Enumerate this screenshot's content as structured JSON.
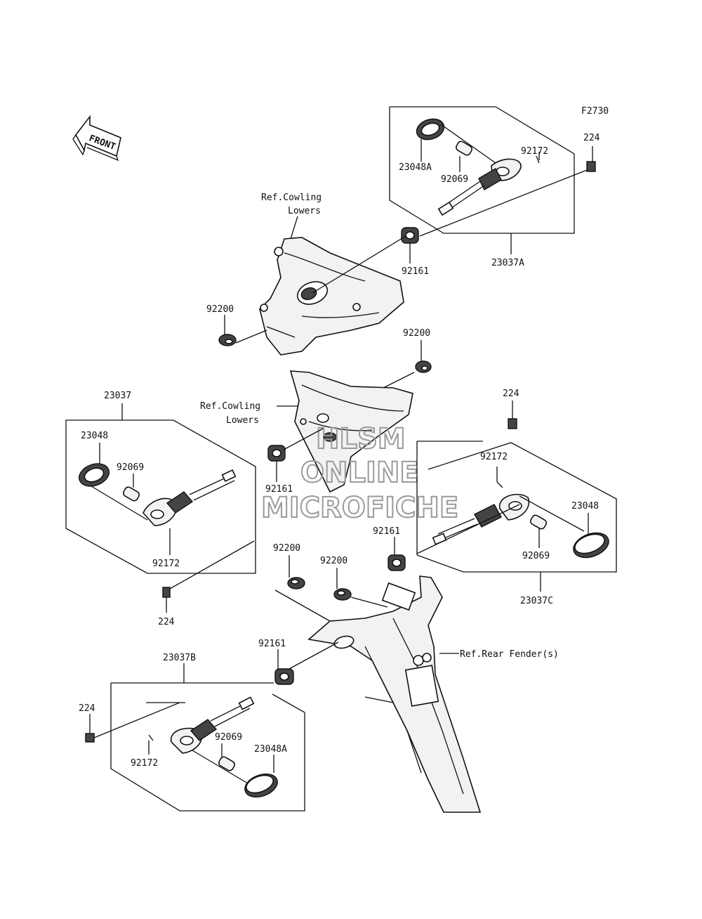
{
  "figure_code": "F2730",
  "front_label": "FRONT",
  "icons": [
    "front-arrow-icon"
  ],
  "watermark": [
    "HLSM",
    "ONLINE",
    "MICROFICHE"
  ],
  "references": {
    "cowling_upper": [
      "Ref.Cowling",
      "Lowers"
    ],
    "cowling_middle": [
      "Ref.Cowling",
      "Lowers"
    ],
    "rear_fender": "Ref.Rear Fender(s)"
  },
  "labels": {
    "top_assembly": "23037A",
    "top_lens": "23048A",
    "top_bulb": "92069",
    "top_screw": "92172",
    "top_bolt": "224",
    "top_grommet": "92161",
    "upper_washer": "92200",
    "mid_washer": "92200",
    "left_assembly": "23037",
    "left_lens": "23048",
    "left_bulb": "92069",
    "left_grommet": "92161",
    "left_screw": "92172",
    "left_bolt": "224",
    "right_bolt": "224",
    "right_screw": "92172",
    "right_lens": "23048",
    "right_grommet": "92161",
    "right_bulb": "92069",
    "right_assembly": "23037C",
    "rear_washer_a": "92200",
    "rear_washer_b": "92200",
    "bottom_grommet": "92161",
    "bottom_assembly": "23037B",
    "bottom_bolt": "224",
    "bottom_bulb": "92069",
    "bottom_lens": "23048A",
    "bottom_screw": "92172"
  }
}
